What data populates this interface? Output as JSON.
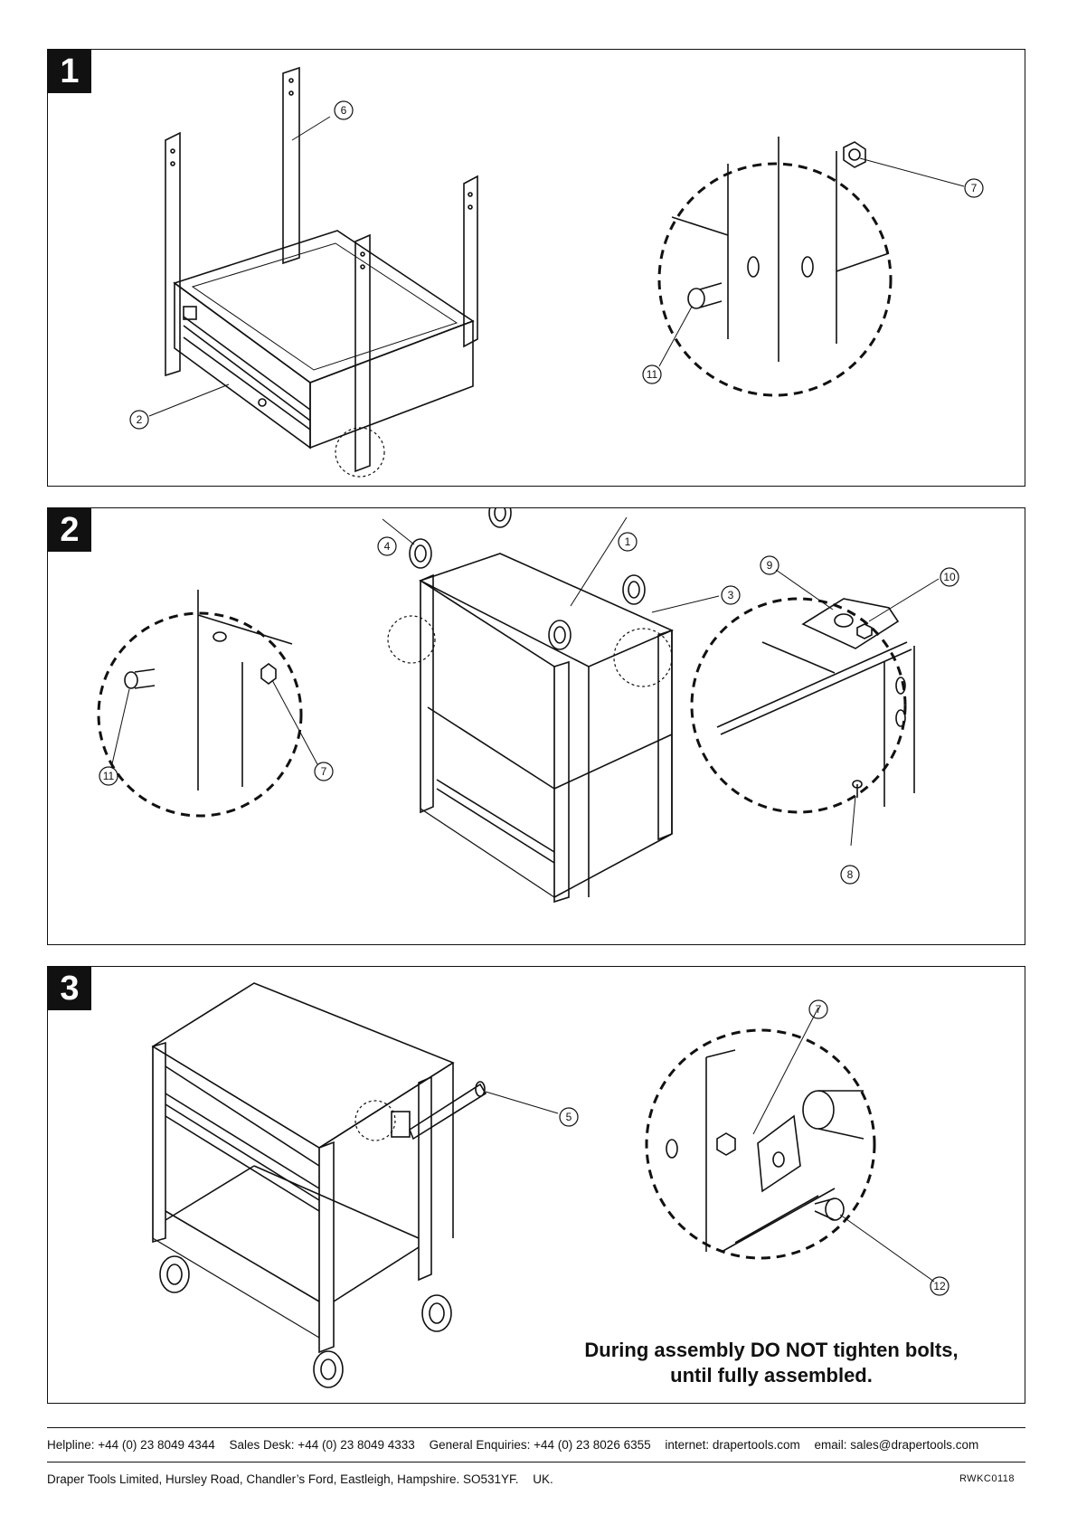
{
  "steps": [
    {
      "number": "1",
      "callouts": [
        "6",
        "2",
        "7",
        "11"
      ]
    },
    {
      "number": "2",
      "callouts": [
        "4",
        "1",
        "3",
        "9",
        "10",
        "11",
        "7",
        "8"
      ]
    },
    {
      "number": "3",
      "callouts": [
        "5",
        "7",
        "12"
      ],
      "warning_line1": "During assembly DO NOT tighten bolts,",
      "warning_line2": "until fully assembled."
    }
  ],
  "footer": {
    "helpline": "Helpline: +44 (0) 23 8049 4344",
    "sales": "Sales Desk: +44 (0) 23 8049 4333",
    "enquiries": "General Enquiries: +44 (0) 23 8026 6355",
    "internet": "internet: drapertools.com",
    "email": "email: sales@drapertools.com",
    "address": "Draper Tools Limited, Hursley Road, Chandler’s Ford, Eastleigh, Hampshire. SO531YF.",
    "country": "UK.",
    "code": "RWKC0118"
  }
}
